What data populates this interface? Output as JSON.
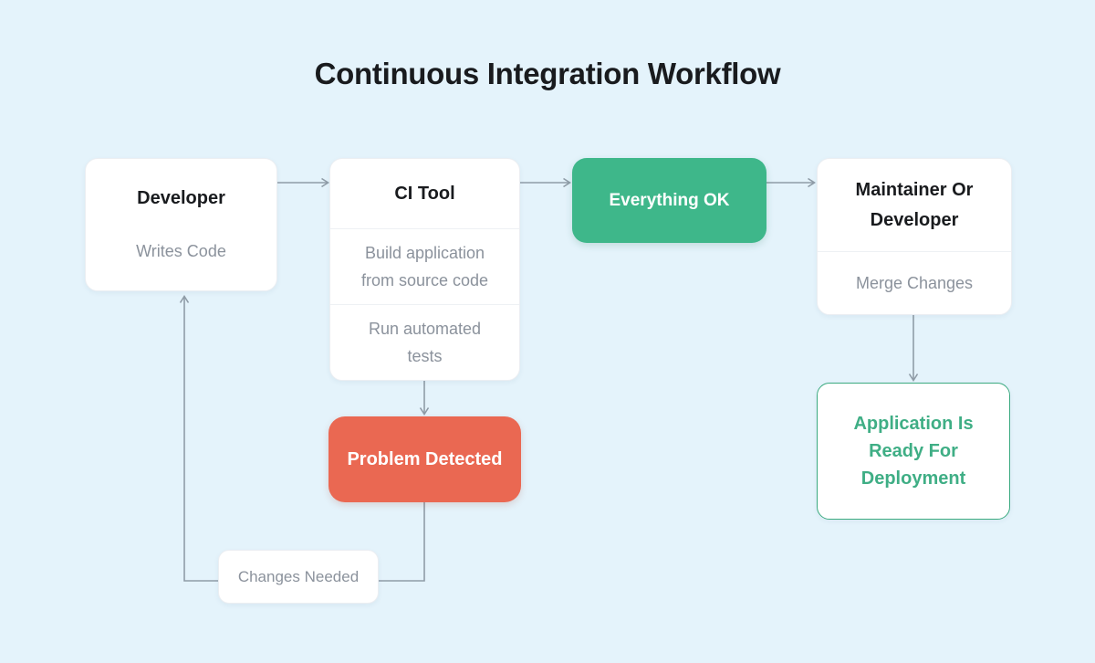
{
  "title": "Continuous Integration Workflow",
  "colors": {
    "background": "#e4f3fb",
    "node_bg": "#ffffff",
    "node_border": "#ebeef2",
    "divider": "#eef1f4",
    "title_text": "#191b1e",
    "muted_text": "#8b929c",
    "success": "#3eb78a",
    "success_text": "#3fae85",
    "success_border": "#3cab81",
    "danger": "#ea6852",
    "connector": "#8f9ca7",
    "on_accent": "#ffffff"
  },
  "nodes": {
    "developer": {
      "title": "Developer",
      "subtitle": "Writes Code"
    },
    "ci_tool": {
      "title": "CI Tool",
      "steps": [
        "Build application from source code",
        "Run automated tests"
      ]
    },
    "everything_ok": {
      "label": "Everything OK"
    },
    "maintainer": {
      "title": "Maintainer Or Developer",
      "subtitle": "Merge Changes"
    },
    "application_ready": {
      "label": "Application Is Ready For Deployment"
    },
    "problem_detected": {
      "label": "Problem Detected"
    },
    "changes_needed": {
      "label": "Changes Needed"
    }
  }
}
